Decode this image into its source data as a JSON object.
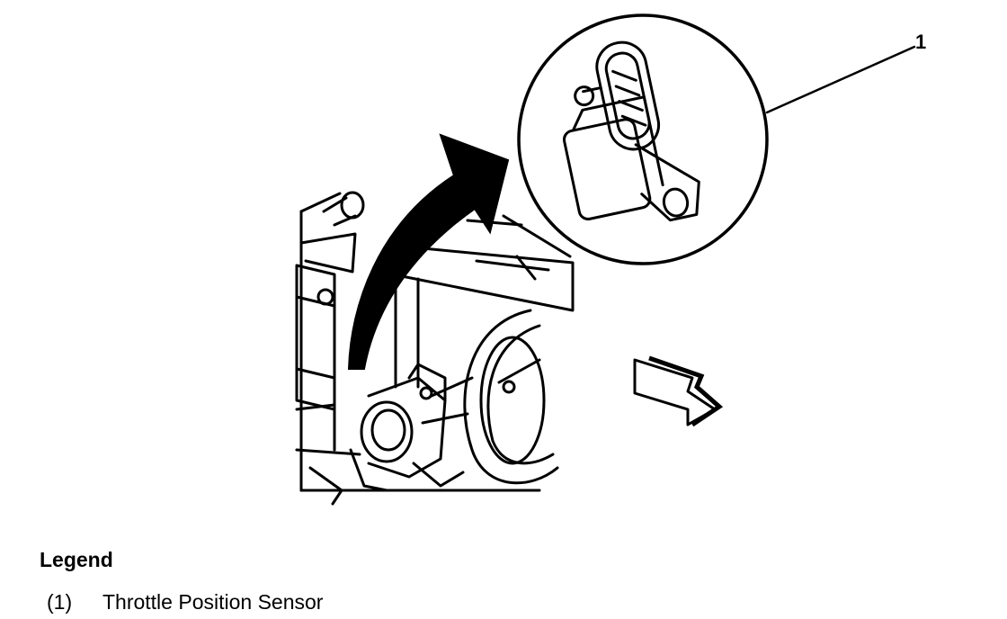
{
  "figure": {
    "callout_number": "1",
    "icons": [
      "throttle-body-illustration",
      "curved-arrow-icon",
      "direction-arrow-icon",
      "magnified-sensor-inset"
    ]
  },
  "legend": {
    "title": "Legend",
    "items": [
      {
        "number": "(1)",
        "label": "Throttle Position Sensor"
      }
    ]
  }
}
